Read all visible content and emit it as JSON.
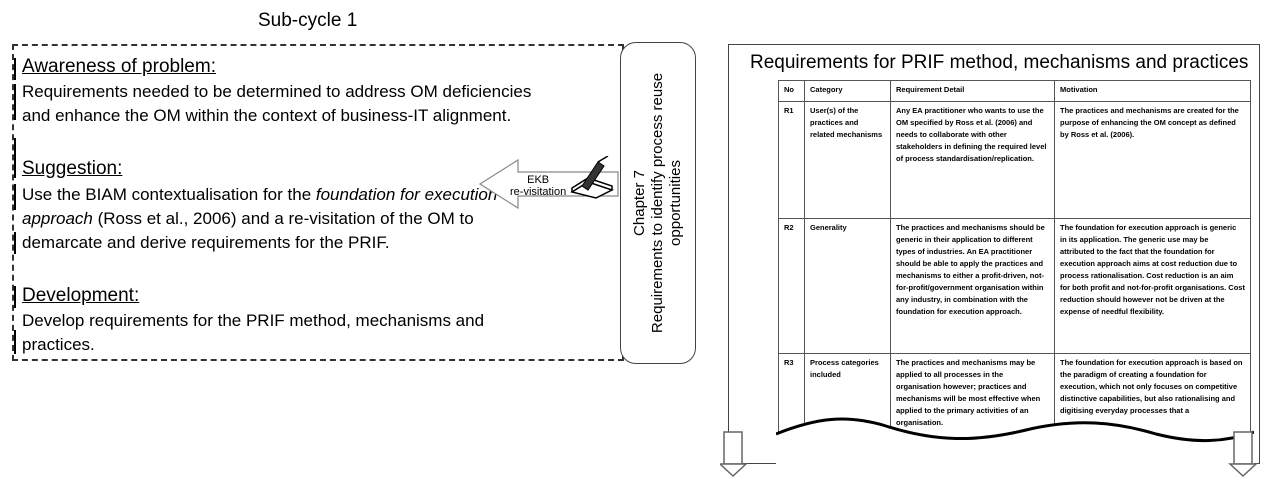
{
  "subcycle": {
    "title": "Sub-cycle 1"
  },
  "awareness": {
    "heading": "Awareness of problem:",
    "line1": "Requirements needed to be determined to address OM deficiencies",
    "line2": "and enhance the OM within the context of business-IT alignment."
  },
  "suggestion": {
    "heading": "Suggestion:",
    "line1_pre": "Use the BIAM contextualisation for the ",
    "line1_italic": "foundation for execution",
    "line2_italic": "approach",
    "line2_post": " (Ross et al., 2006) and a re-visitation of the OM to",
    "line3": "demarcate and derive requirements for the PRIF."
  },
  "development": {
    "heading": "Development:",
    "line1": "Develop requirements for the PRIF method, mechanisms and",
    "line2": "practices."
  },
  "ekb": {
    "line1": "EKB",
    "line2": "re-visitation"
  },
  "chapter": {
    "line1": "Chapter 7",
    "line2": "Requirements to identify process reuse",
    "line3": "opportunities"
  },
  "panel": {
    "title": "Requirements for PRIF method, mechanisms and practices",
    "headers": [
      "No",
      "Category",
      "Requirement Detail",
      "Motivation"
    ],
    "rows": [
      {
        "no": "R1",
        "category": "User(s) of the practices and related mechanisms",
        "detail": "Any EA practitioner who wants to use the OM specified by Ross et al. (2006) and needs to collaborate with other stakeholders in defining the required level of process standardisation/replication.",
        "motivation": "The practices and mechanisms are created for the purpose of enhancing the OM concept as defined by Ross et al. (2006)."
      },
      {
        "no": "R2",
        "category": "Generality",
        "detail": "The practices and mechanisms should be generic in their application to different types of industries. An EA practitioner should be able to apply the practices and mechanisms to either a profit-driven, not-for-profit/government organisation within any industry, in combination with the foundation for execution approach.",
        "motivation": "The foundation for execution approach is generic in its application. The generic use may be attributed to the fact that the foundation for execution approach aims at cost reduction due to process rationalisation. Cost reduction is an aim for both profit and not-for-profit organisations. Cost reduction should however not be driven at the expense of needful flexibility."
      },
      {
        "no": "R3",
        "category": "Process categories included",
        "detail": "The practices and mechanisms may be applied to all processes in the organisation however; practices and mechanisms will be most effective when applied to the primary activities of an organisation.",
        "motivation": "The foundation for execution approach is based on the paradigm of creating a foundation for execution, which not only focuses on competitive distinctive capabilities, but also rationalising and digitising everyday processes that a"
      }
    ]
  }
}
